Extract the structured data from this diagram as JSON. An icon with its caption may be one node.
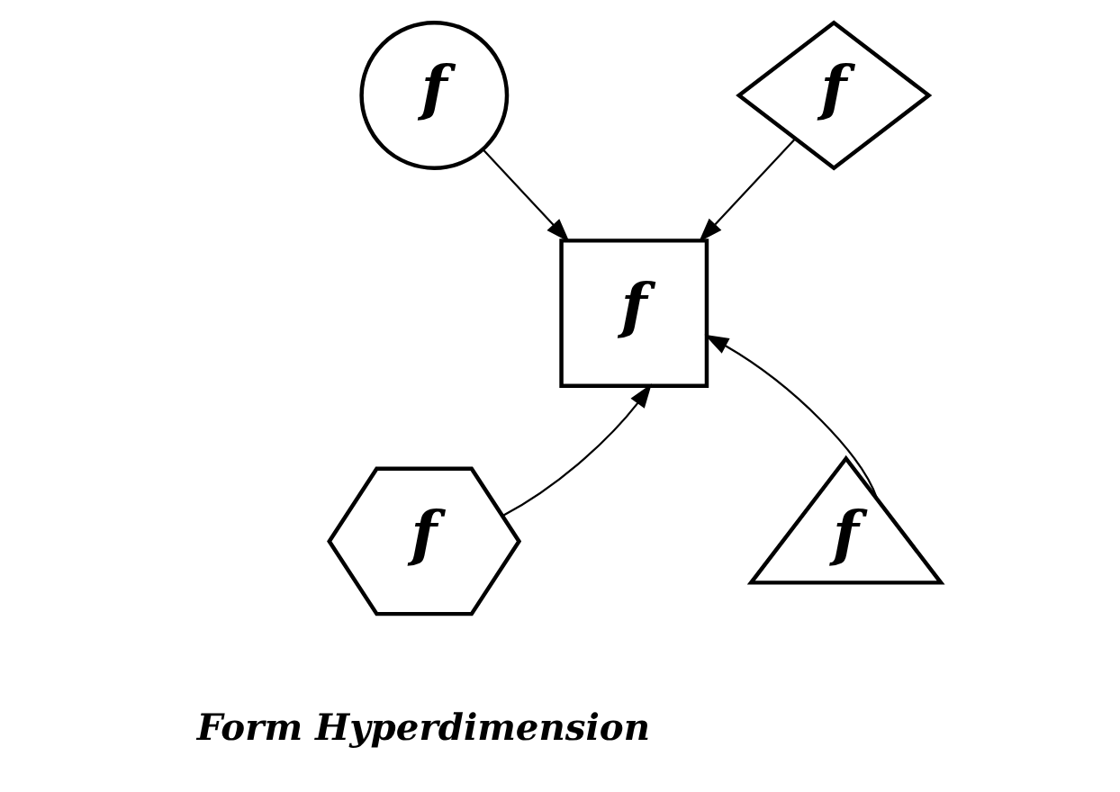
{
  "diagram": {
    "nodes": [
      {
        "text": [
          "f"
        ]
      },
      {
        "text": [
          "f"
        ]
      },
      {
        "text": [
          "f"
        ]
      },
      {
        "text": [
          "f"
        ]
      },
      {
        "text": [
          "f"
        ]
      }
    ],
    "edges": [
      {
        "from": 0,
        "to": 2,
        "arrow": "to"
      },
      {
        "from": 1,
        "to": 2,
        "arrow": "to"
      },
      {
        "from": 3,
        "to": 2,
        "arrow": "to"
      },
      {
        "from": 4,
        "to": 2,
        "arrow": "to"
      }
    ],
    "labels": [
      "Form Hyperdimension"
    ]
  }
}
